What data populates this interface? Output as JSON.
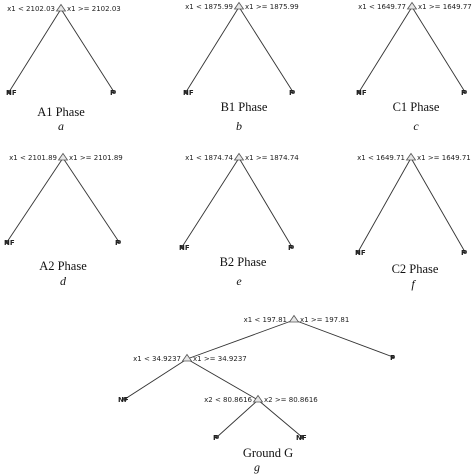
{
  "panels": [
    {
      "split": {
        "left": "x1 < 2102.03",
        "right": "x1 >= 2102.03"
      },
      "leaves": [
        "NF",
        "F"
      ],
      "caption": "A1 Phase",
      "letter": "a"
    },
    {
      "split": {
        "left": "x1 < 1875.99",
        "right": "x1 >= 1875.99"
      },
      "leaves": [
        "NF",
        "F"
      ],
      "caption": "B1 Phase",
      "letter": "b"
    },
    {
      "split": {
        "left": "x1 < 1649.77",
        "right": "x1 >= 1649.77"
      },
      "leaves": [
        "NF",
        "F"
      ],
      "caption": "C1 Phase",
      "letter": "c"
    },
    {
      "split": {
        "left": "x1 < 2101.89",
        "right": "x1 >= 2101.89"
      },
      "leaves": [
        "NF",
        "F"
      ],
      "caption": "A2 Phase",
      "letter": "d"
    },
    {
      "split": {
        "left": "x1 < 1874.74",
        "right": "x1 >= 1874.74"
      },
      "leaves": [
        "NF",
        "F"
      ],
      "caption": "B2 Phase",
      "letter": "e"
    },
    {
      "split": {
        "left": "x1 < 1649.71",
        "right": "x1 >= 1649.71"
      },
      "leaves": [
        "NF",
        "F"
      ],
      "caption": "C2 Phase",
      "letter": "f"
    }
  ],
  "ground_tree": {
    "root": {
      "left": "x1 < 197.81",
      "right": "x1 >= 197.81"
    },
    "middle": {
      "left": "x1 < 34.9237",
      "right": "x1 >= 34.9237"
    },
    "bottom": {
      "left": "x2 < 80.8616",
      "right": "x2 >= 80.8616"
    },
    "leaves": {
      "root_right": "F",
      "middle_left": "NF",
      "bottom_left": "F",
      "bottom_right": "NF"
    },
    "caption": "Ground G",
    "letter": "g"
  }
}
